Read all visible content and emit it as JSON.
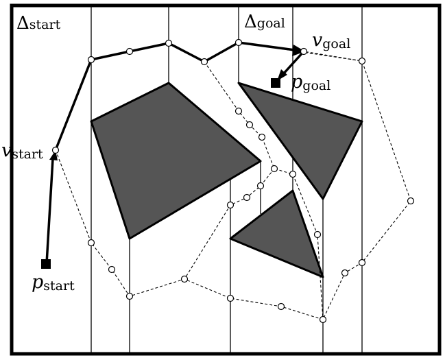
{
  "labels": {
    "delta_start": {
      "main": "Δ",
      "sub": "start"
    },
    "delta_goal": {
      "main": "Δ",
      "sub": "goal"
    },
    "v_goal": {
      "main": "v",
      "sub": "goal"
    },
    "p_goal": {
      "main": "p",
      "sub": "goal"
    },
    "v_start": {
      "main": "v",
      "sub": "start"
    },
    "p_start": {
      "main": "p",
      "sub": "start"
    }
  },
  "colors": {
    "obstacle_fill": "#555555",
    "line": "#000000",
    "background": "#ffffff"
  }
}
